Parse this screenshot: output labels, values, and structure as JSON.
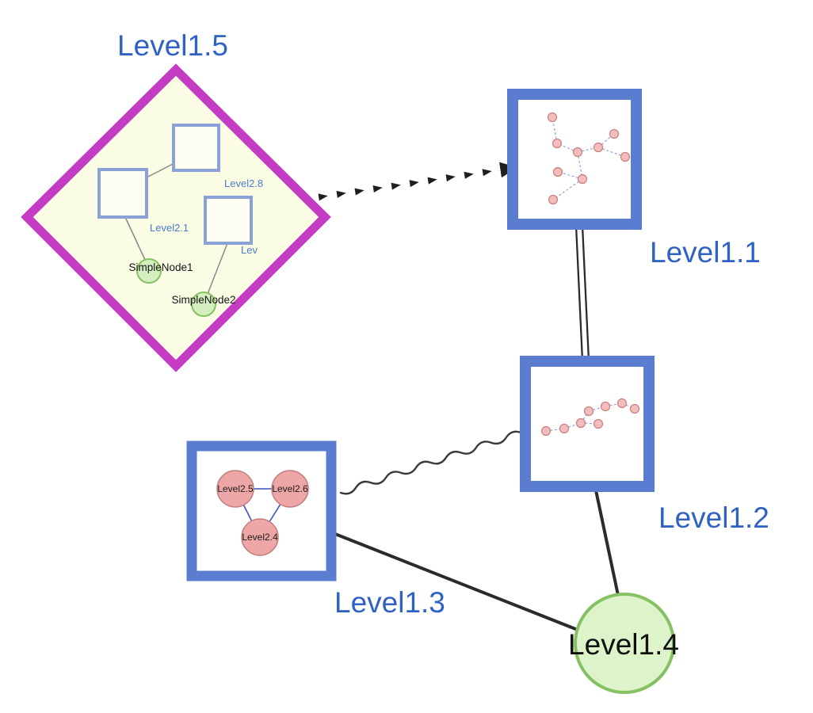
{
  "canvas": {
    "width": "1026",
    "height": "900",
    "background": "#ffffff"
  },
  "groups": {
    "level15": {
      "label": "Level1.5",
      "shape": "diamond",
      "border_color": "#c43cc4",
      "fill_color": "#fbfce4",
      "children": {
        "squares": [
          {
            "label": "Level2.8"
          },
          {
            "label": "Level2.1"
          },
          {
            "label": "Lev"
          }
        ],
        "simple_nodes": [
          {
            "label": "SimpleNode1"
          },
          {
            "label": "SimpleNode2"
          }
        ]
      }
    },
    "level11": {
      "label": "Level1.1",
      "shape": "square",
      "border_color": "#5a7dd0"
    },
    "level12": {
      "label": "Level1.2",
      "shape": "square",
      "border_color": "#5a7dd0"
    },
    "level13": {
      "label": "Level1.3",
      "shape": "square",
      "border_color": "#5a7dd0",
      "children": {
        "nodes": [
          {
            "label": "Level2.5"
          },
          {
            "label": "Level2.6"
          },
          {
            "label": "Level2.4"
          }
        ]
      }
    },
    "level14": {
      "label": "Level1.4",
      "shape": "circle",
      "fill_color": "#ddf3c9",
      "border_color": "#85c163"
    }
  },
  "edges": [
    {
      "from": "Level1.5",
      "to": "Level1.1",
      "style": "dashed-arrow"
    },
    {
      "from": "Level1.1",
      "to": "Level1.2",
      "style": "double-line"
    },
    {
      "from": "Level1.3",
      "to": "Level1.2",
      "style": "wavy"
    },
    {
      "from": "Level1.3",
      "to": "Level1.4",
      "style": "solid"
    },
    {
      "from": "Level1.2",
      "to": "Level1.4",
      "style": "solid"
    }
  ],
  "colors": {
    "label_blue": "#2f62c4",
    "label_black": "#101010",
    "group_border_blue": "#5a7dd0",
    "inner_square_border": "#8aa2d8",
    "small_node_fill": "#f4bcbc",
    "small_node_border": "#c97f7f",
    "inner_edge_dashed_blue": "#8090d8",
    "triangle_edge_blue": "#3c50c8",
    "green_fill": "#d6efc0",
    "green_border": "#84c262",
    "edge_black": "#2b2b2b",
    "diamond_magenta": "#c43cc4",
    "diamond_fill": "#fbfce4"
  }
}
